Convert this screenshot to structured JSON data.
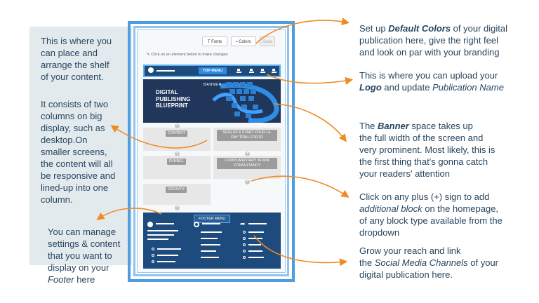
{
  "toolbar": {
    "fonts_label": "Fonts",
    "colors_label": "Colors",
    "save_label": "Save",
    "hint": "Click on an element below to make changes"
  },
  "header": {
    "top_menu_label": "TOP MENU"
  },
  "banner": {
    "label": "BANNER",
    "line1": "DIGITAL",
    "line2": "PUBLISHING",
    "line3": "BLUEPRINT"
  },
  "blocks": {
    "content": "CONTENT",
    "signup_line1": "SIGN UP & START YOUR 14-",
    "signup_line2": "DAY TRIAL FOR $1",
    "funnel": "FUNNEL",
    "consult_line1": "COMPLIMENTARY 30-MIN",
    "consult_line2": "CONSULTANCY",
    "growth": "GROWTH",
    "plus_sign": "+"
  },
  "footer": {
    "menu_label": "FOOTER MENU"
  },
  "annotations": {
    "left_top": [
      "This is where you",
      "can place and",
      "arrange the shelf",
      "of your content."
    ],
    "left_mid": [
      "It consists of two",
      "columns on big",
      "display, such as",
      "desktop.On",
      "smaller screens,",
      "the content will all",
      "be responsive and",
      "lined-up into one",
      "column."
    ],
    "left_bottom": [
      "You can manage",
      "settings & content",
      "that you want to",
      "display on your"
    ],
    "left_bottom_italic": "Footer",
    "left_bottom_end": " here",
    "colors_pre": "Set up ",
    "colors_bold": "Default Colors",
    "colors_post": " of your digital",
    "colors_line2": "publication here, give the right feel",
    "colors_line3": "and look on par with your branding",
    "logo_line1": "This is where you can upload your",
    "logo_bold": "Logo",
    "logo_mid": " and update ",
    "logo_italic": "Publication Name",
    "banner_pre": "The ",
    "banner_bold": "Banner",
    "banner_post": " space takes up",
    "banner_line2": "the full width of the screen and",
    "banner_line3": "very prominent. Most likely, this is",
    "banner_line4": "the first thing that's gonna catch",
    "banner_line5": "your readers' attention",
    "plus_line1": "Click on any plus (+) sign to add",
    "plus_italic": "additional block",
    "plus_line2_post": " on the homepage,",
    "plus_line3": "of any block type available from the",
    "plus_line4": "dropdown",
    "social_line1": "Grow your reach and link",
    "social_pre": "the ",
    "social_italic": "Social Media Channels",
    "social_post": " of your",
    "social_line3": "digital publication here."
  },
  "colors": {
    "accent": "#f08a24",
    "frame": "#4e9de0",
    "navy": "#1e4b7d",
    "text": "#27465f"
  }
}
